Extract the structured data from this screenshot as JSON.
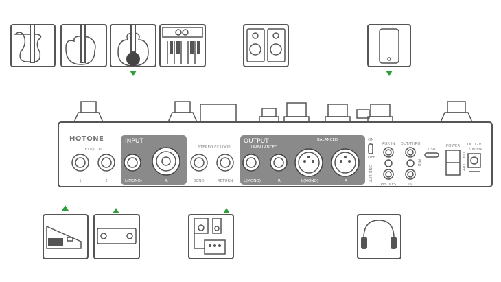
{
  "colors": {
    "accent": "#2e9e3e",
    "line": "#555555",
    "panel": "#8a8a8a"
  },
  "device": {
    "brand": "HOTONE",
    "exp_ctrl": {
      "title": "EXP/CTRL",
      "jack1": "1",
      "jack2": "2"
    },
    "input": {
      "title": "INPUT",
      "left": "L(MONO)",
      "right": "R"
    },
    "fx_loop": {
      "title": "STEREO FX LOOP",
      "send": "SEND",
      "return": "RETURN"
    },
    "output": {
      "title": "OUTPUT",
      "unbalanced": "UNBALANCED",
      "balanced": "BALANCED",
      "ub_left": "L(MONO)",
      "ub_right": "R",
      "b_left": "L(MONO)",
      "b_right": "R"
    },
    "gnd_lift": {
      "on": "ON",
      "off": "OFF",
      "label": "GND LIFT"
    },
    "aux_in": "AUX IN",
    "phones": "PHONES",
    "midi": {
      "out": "OUT/THRU",
      "label": "MIDI",
      "in": "IN"
    },
    "usb": "USB",
    "power": {
      "title": "POWER",
      "on": "ON",
      "off": "OFF"
    },
    "dc": {
      "line1": "DC 12V",
      "line2": "1200 mA"
    }
  },
  "icons": [
    "electric-guitar",
    "bass-guitar",
    "acoustic-guitar",
    "keyboard",
    "studio-monitors",
    "smartphone",
    "expression-pedal",
    "footswitch",
    "fx-pedals",
    "headphones"
  ]
}
